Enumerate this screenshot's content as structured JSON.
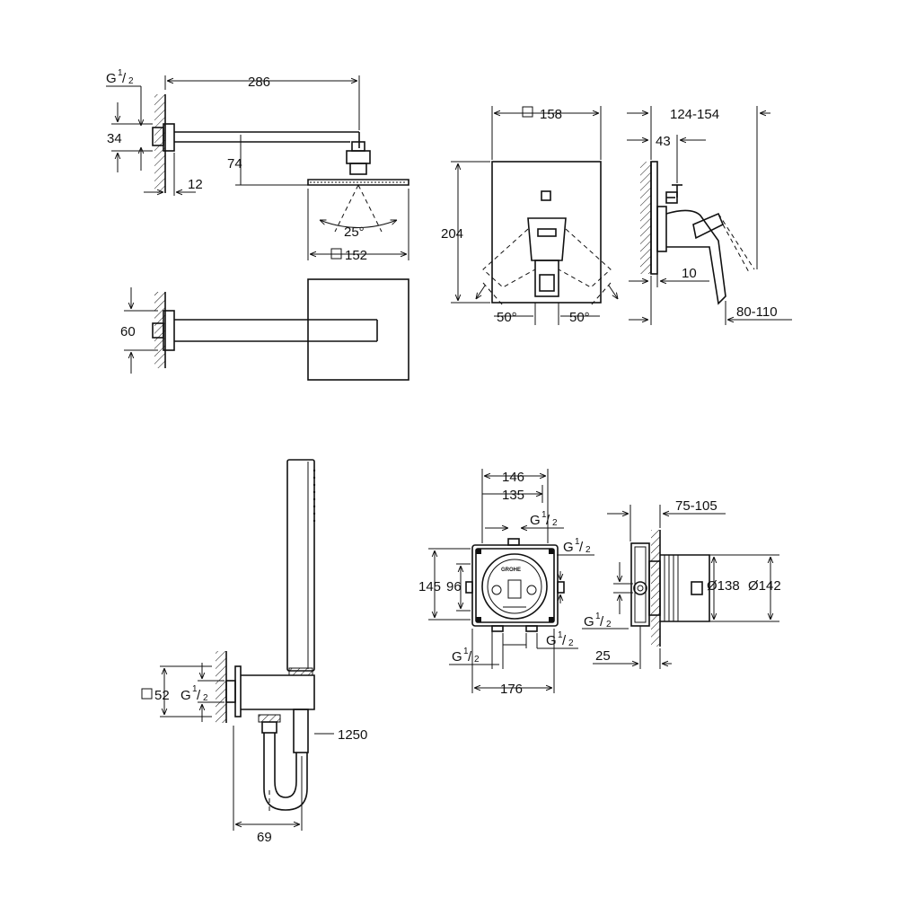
{
  "shower_arm": {
    "thread_g": "G",
    "thread_fraction_num": "1",
    "thread_fraction_den": "2",
    "dim_arm_length": "286",
    "dim_flange_height": "34",
    "dim_drop": "74",
    "dim_wall_gap": "12",
    "dim_angle": "25°",
    "dim_head_square": "152",
    "dim_flange_front": "60"
  },
  "mixer_plate": {
    "dim_width": "158",
    "dim_height": "204",
    "dim_angle_left": "50°",
    "dim_angle_right": "50°",
    "dim_depth": "124-154",
    "dim_handle_offset": "43",
    "dim_plate_thickness": "10",
    "dim_wall_range": "80-110"
  },
  "hand_shower": {
    "dim_square": "52",
    "thread_g": "G",
    "thread_fraction_num": "1",
    "thread_fraction_den": "2",
    "dim_hose_length": "1250",
    "dim_offset": "69"
  },
  "rough_in": {
    "brand": "GROHE",
    "dim_outer_width": "146",
    "dim_inner_width": "135",
    "dim_height_outer": "145",
    "dim_height_inner": "96",
    "dim_base_width": "176",
    "dim_depth_range": "75-105",
    "dim_diameter_inner": "Ø138",
    "dim_diameter_outer": "Ø142",
    "dim_side_offset": "25",
    "thread_g": "G",
    "thread_fraction_num": "1",
    "thread_fraction_den": "2"
  }
}
